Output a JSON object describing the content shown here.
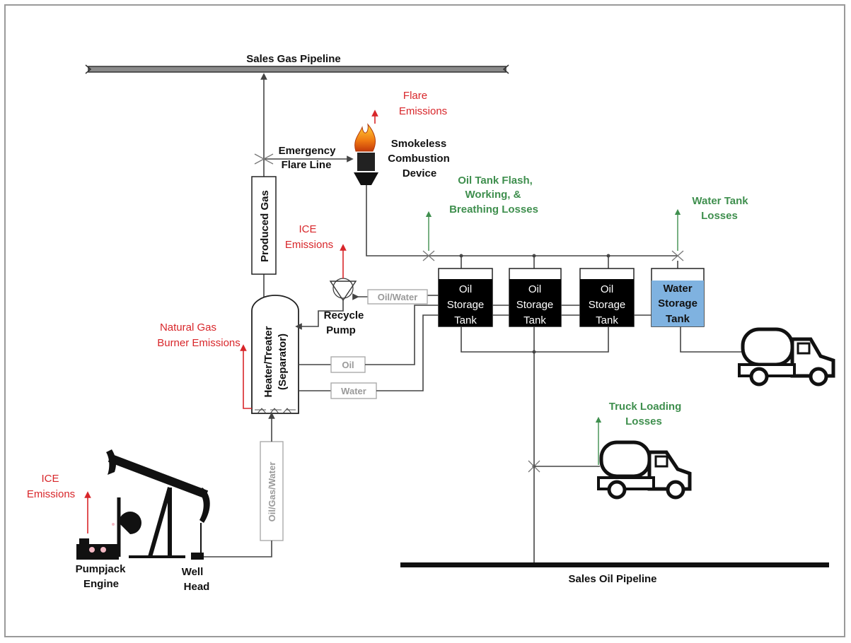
{
  "labels": {
    "sales_gas_pipeline": "Sales Gas Pipeline",
    "sales_oil_pipeline": "Sales Oil Pipeline",
    "flare_emissions": [
      "Flare",
      "Emissions"
    ],
    "smokeless_combustion": [
      "Smokeless",
      "Combustion",
      "Device"
    ],
    "emergency_flare_line": [
      "Emergency",
      "Flare Line"
    ],
    "produced_gas": "Produced Gas",
    "ice_emissions_pump": [
      "ICE",
      "Emissions"
    ],
    "recycle_pump": [
      "Recycle",
      "Pump"
    ],
    "oil_water_box": "Oil/Water",
    "natural_gas_burner": [
      "Natural Gas",
      "Burner Emissions"
    ],
    "heater_treater": [
      "Heater/Treater",
      "(Separator)"
    ],
    "oil_box": "Oil",
    "water_box": "Water",
    "oil_gas_water": "Oil/Gas/Water",
    "ice_emissions_engine": [
      "ICE",
      "Emissions"
    ],
    "pumpjack_engine": [
      "Pumpjack",
      "Engine"
    ],
    "well_head": [
      "Well",
      "Head"
    ],
    "oil_tank_losses": [
      "Oil Tank Flash,",
      "Working, &",
      "Breathing Losses"
    ],
    "water_tank_losses": [
      "Water Tank",
      "Losses"
    ],
    "truck_loading_losses": [
      "Truck Loading",
      "Losses"
    ],
    "tanks": [
      [
        "Oil",
        "Storage",
        "Tank"
      ],
      [
        "Oil",
        "Storage",
        "Tank"
      ],
      [
        "Oil",
        "Storage",
        "Tank"
      ]
    ],
    "water_tank": [
      "Water",
      "Storage",
      "Tank"
    ]
  },
  "colors": {
    "emission_red": "#d8262a",
    "loss_green": "#3f8f4e",
    "tank_black": "#000000",
    "water_blue": "#7fb2e0"
  }
}
